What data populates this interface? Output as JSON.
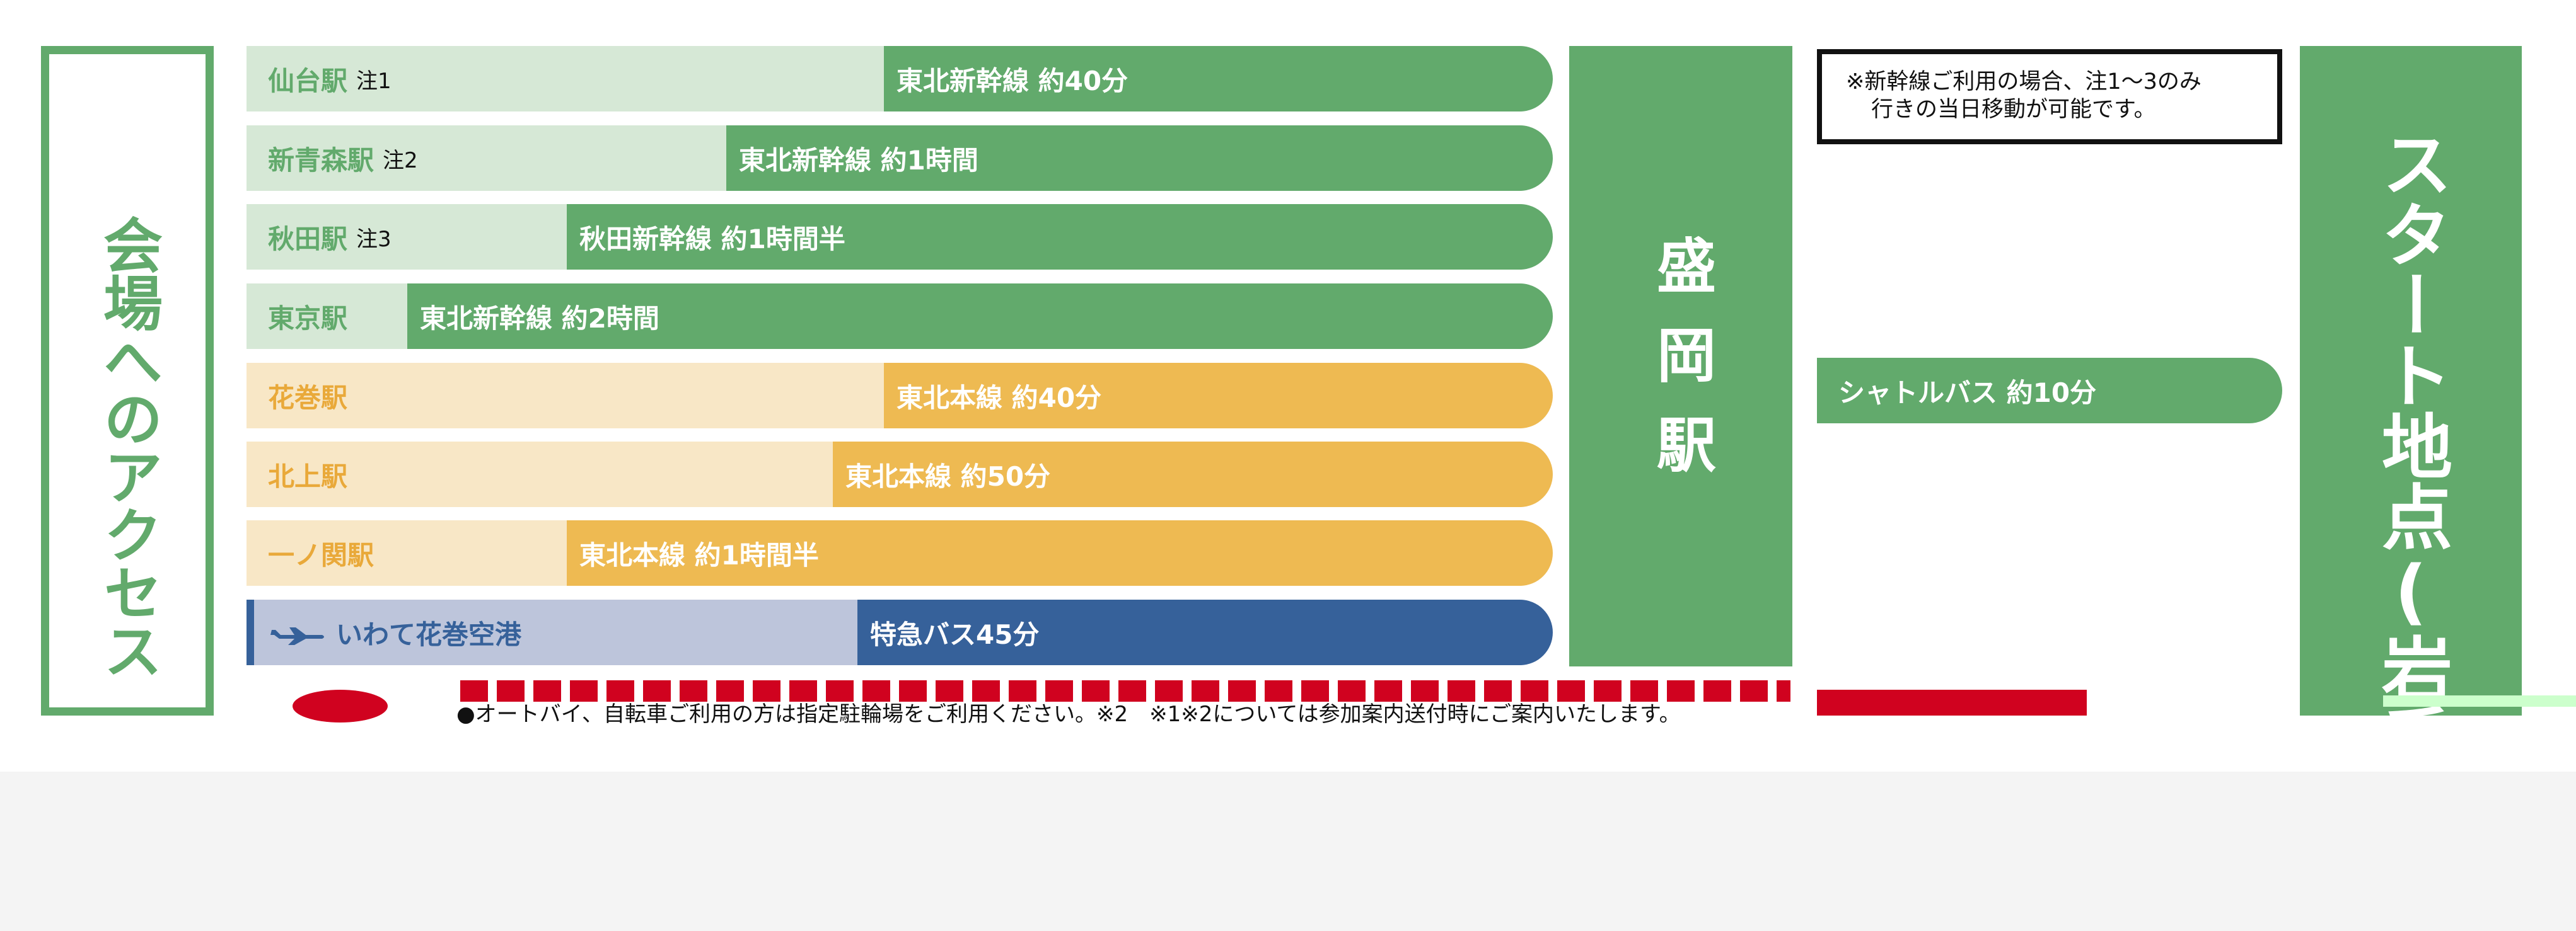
{
  "left_title": "会場へのアクセス",
  "rows": [
    {
      "station": "仙台駅",
      "note": "注1",
      "route": "東北新幹線 約40分"
    },
    {
      "station": "新青森駅",
      "note": "注2",
      "route": "東北新幹線 約1時間"
    },
    {
      "station": "秋田駅",
      "note": "注3",
      "route": "秋田新幹線 約1時間半"
    },
    {
      "station": "東京駅",
      "note": "",
      "route": "東北新幹線 約2時間"
    },
    {
      "station": "花巻駅",
      "note": "",
      "route": "東北本線 約40分"
    },
    {
      "station": "北上駅",
      "note": "",
      "route": "東北本線 約50分"
    },
    {
      "station": "一ノ関駅",
      "note": "",
      "route": "東北本線 約1時間半"
    },
    {
      "station": "いわて花巻空港",
      "note": "",
      "route": "特急バス45分"
    }
  ],
  "hub": "盛岡駅",
  "notice": {
    "line1": "※新幹線ご利用の場合、注1～3のみ",
    "line2": "行きの当日移動が可能です。"
  },
  "shuttle": "シャトルバス 約10分",
  "destination": "スタート地点(岩手大",
  "footnote": "●オートバイ、自転車ご利用の方は指定駐輪場をご利用ください。※2　※1※2については参加案内送付時にご案内いたします。",
  "colors": {
    "green": "#62aa6c",
    "light_green": "#d6e8d6",
    "orange": "#eeba52",
    "light_orange": "#f8e7c6",
    "blue": "#36619a",
    "light_blue": "#bdc5db",
    "red": "#d0021f"
  }
}
